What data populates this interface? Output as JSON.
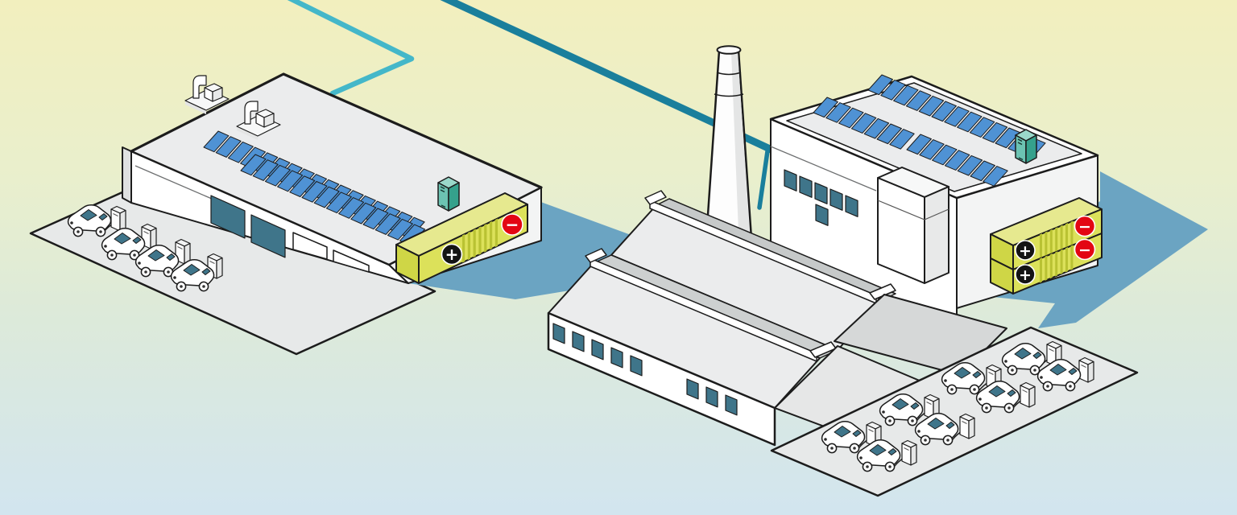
{
  "scene": {
    "type": "isometric-energy-illustration",
    "badges": {
      "plus": "+",
      "minus": "−"
    },
    "colors": {
      "sky_top": "#f2efbe",
      "sky_mid1": "#e9efcd",
      "sky_mid2": "#ddead9",
      "sky_bottom": "#d2e5ef",
      "grid_line": "#1a7f9c",
      "feeder_line": "#44b7c9",
      "outline": "#1c1c1c",
      "shadow": "#6ba4c2",
      "wall_white": "#ffffff",
      "roof_gray": "#ebeced",
      "band_gray": "#c6c9c9",
      "lot_gray": "#e7e9e9",
      "solar_blue": "#4f92d4",
      "window_teal": "#3f758a",
      "battery_yellow": "#dce15a",
      "battery_ridge": "#b9c233",
      "battery_top": "#e6e98f",
      "battery_end": "#cfd646",
      "inverter_teal": "#6cc3b2",
      "badge_red": "#e30613",
      "badge_black": "#141414"
    },
    "left_site": {
      "solar_rows": [
        {
          "panels": 17
        },
        {
          "panels": 14
        }
      ],
      "rooftop_units": 2,
      "battery_containers": 1,
      "large_windows": 2,
      "loading_bays": 2,
      "cars": 4,
      "ev_chargers": 4
    },
    "right_site": {
      "solar_rows": [
        {
          "panels": 13
        },
        {
          "panels": 7
        },
        {
          "panels": 7
        }
      ],
      "battery_containers": 2,
      "chimney_count": 1,
      "office_windows": 6,
      "factory_windows": 8,
      "cars": 8,
      "ev_chargers": 8
    }
  }
}
